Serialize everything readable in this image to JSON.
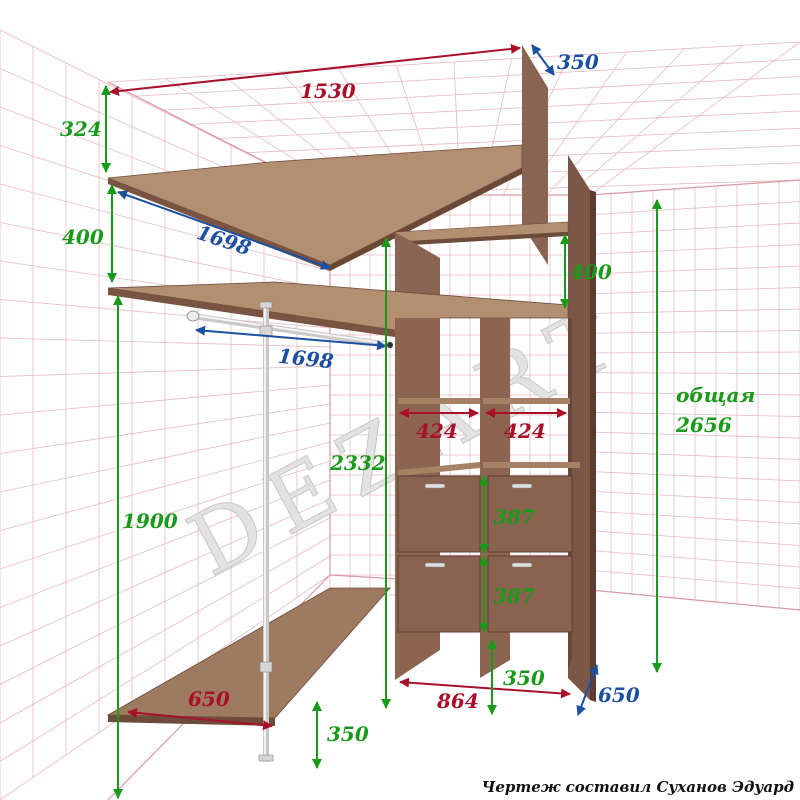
{
  "colors": {
    "green": "#1a9a1a",
    "red": "#a8102a",
    "blue": "#1b4fa0",
    "wood_top": "#b08a6c",
    "wood_front": "#8c6450",
    "wood_dark": "#6e4c3c",
    "grid": "#e7b9c0",
    "watermark": "#d9d9d9"
  },
  "watermark": "DEZART",
  "caption": "Чертеж составил Суханов Эдуард",
  "dims": {
    "top_width": "1530",
    "top_depth": "350",
    "top_gap": "324",
    "shelf_gap_left": "400",
    "shelf_len_top": "1698",
    "rod_len": "1698",
    "shelf_gap_right": "400",
    "cell_left": "424",
    "cell_right": "424",
    "total_label": "общая",
    "total_value": "2656",
    "unit_height": "2332",
    "drawer_top": "387",
    "drawer_bottom": "387",
    "rod_height": "1900",
    "bottom_width": "864",
    "bottom_depth_inner": "350",
    "side_depth": "650",
    "floor_shelf_depth": "650",
    "floor_shelf_height": "350"
  }
}
